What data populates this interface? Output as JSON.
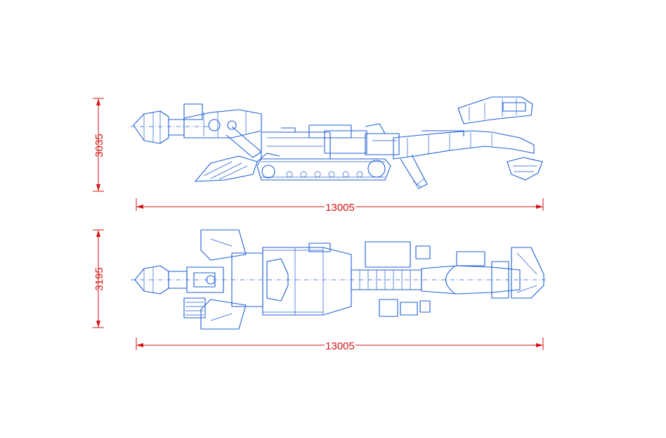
{
  "side_view": {
    "height_dim": "3035",
    "length_dim": "13005"
  },
  "top_view": {
    "width_dim": "3195",
    "length_dim": "13005"
  },
  "colors": {
    "dimension": "#d51414",
    "machine": "#1f5fd6",
    "background": "#ffffff"
  }
}
